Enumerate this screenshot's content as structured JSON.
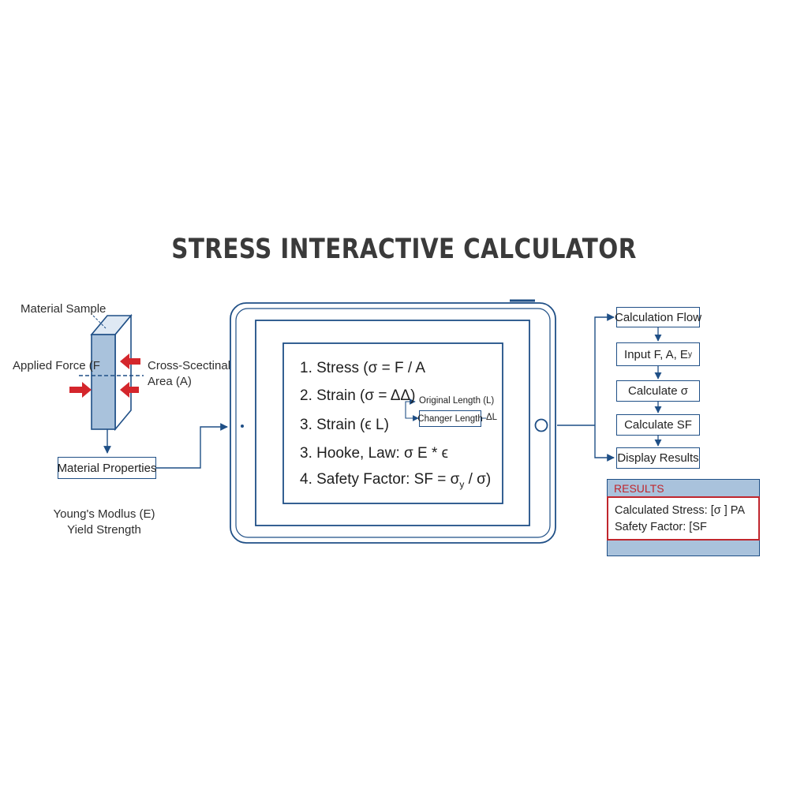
{
  "title": "STRESS INTERACTIVE CALCULATOR",
  "left_panel": {
    "material_sample": "Material Sample",
    "applied_force": "Applied Force (F",
    "cross_section_line1": "Cross-Scectinal",
    "cross_section_line2": "Area (A)",
    "material_properties": "Material Properties",
    "youngs_modulus": "Young's Modlus (E)",
    "yield_strength": "Yield Strength"
  },
  "tablet": {
    "formulas": [
      "1. Stress (σ = F / A",
      "2. Strain (σ = ΔΔ)",
      "3. Strain (ϵ L)",
      "3. Hooke, Law:  σ E * ϵ",
      "4. Safety Factor: SF = σ"
    ],
    "safety_sub": "y",
    "safety_tail": " / σ)",
    "original_length": "Original Length (L)",
    "changer_length": "Changer Length",
    "delta_l": "ΔL"
  },
  "flow": {
    "steps": [
      "Calculation Flow",
      "Input F, A, E",
      "Calculate σ",
      "Calculate SF",
      "Display Results"
    ],
    "input_sub": "y"
  },
  "results": {
    "header": "RESULTS",
    "stress_line": "Calculated Stress: [σ  ] PA",
    "safety_line": "Safety Factor: [SF"
  },
  "colors": {
    "primary": "#1f4f86",
    "accent_red": "#c0262d",
    "fill_blue": "#a9c2dc"
  }
}
